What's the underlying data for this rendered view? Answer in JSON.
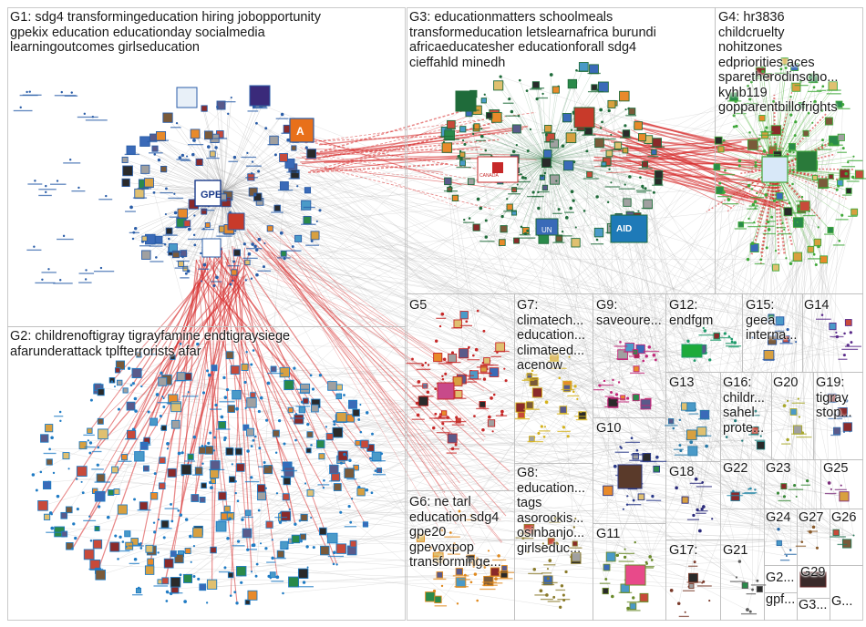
{
  "groups": [
    {
      "id": "G1",
      "text": "G1: sdg4 transformingeducation hiring jobopportunity\ngpekix education educationday socialmedia\nlearningoutcomes girlseducation",
      "color": "#2a5da8"
    },
    {
      "id": "G2",
      "text": "G2: childrenoftigray tigrayfamine endtigraysiege\nafarunderattack tplfterrorists afar",
      "color": "#1f7bc4"
    },
    {
      "id": "G3",
      "text": "G3: educationmatters schoolmeals\ntransformeducation letslearnafrica burundi\nafricaeducatesher educationforall sdg4\ncieffahld minedh",
      "color": "#1f6b3a"
    },
    {
      "id": "G4",
      "text": "G4: hr3836\nchildcruelty\nnohitzones\nedpriorities aces\nsparetherodinscho...\nkyhb119\ngopparentbillofrights",
      "color": "#3fa83a"
    },
    {
      "id": "G5",
      "text": "G5",
      "color": "#c62828"
    },
    {
      "id": "G6",
      "text": "G6: ne tarl\neducation sdg4\ngpe20\ngpevoxpop\ntransforminge...",
      "color": "#e08a1e"
    },
    {
      "id": "G7",
      "text": "G7:\nclimatech...\neducation...\nclimateed...\nacenow",
      "color": "#d4b21e"
    },
    {
      "id": "G8",
      "text": "G8:\neducation...\ntags\nasorockis...\nosinbanjo...\ngirlseduc...",
      "color": "#8a7a2a"
    },
    {
      "id": "G9",
      "text": "G9:\nsaveoure...",
      "color": "#c2287a"
    },
    {
      "id": "G10",
      "text": "G10",
      "color": "#2a3a8a"
    },
    {
      "id": "G11",
      "text": "G11",
      "color": "#6a8a2a"
    },
    {
      "id": "G12",
      "text": "G12:\nendfgm",
      "color": "#1e9a6a"
    },
    {
      "id": "G13",
      "text": "G13",
      "color": "#2a7aa8"
    },
    {
      "id": "G14",
      "text": "G14",
      "color": "#5a2a8a"
    },
    {
      "id": "G15",
      "text": "G15:\ngeea\ninterna...",
      "color": "#2a5aa8"
    },
    {
      "id": "G16",
      "text": "G16:\nchildr...\nsahel\nprote...",
      "color": "#1e7a7a"
    },
    {
      "id": "G17",
      "text": "G17:",
      "color": "#7a3a2a"
    },
    {
      "id": "G18",
      "text": "G18",
      "color": "#2a2a7a"
    },
    {
      "id": "G19",
      "text": "G19:\ntigray\nstop...",
      "color": "#3a6aa8"
    },
    {
      "id": "G20",
      "text": "G20",
      "color": "#a8a82a"
    },
    {
      "id": "G21",
      "text": "G21",
      "color": "#5a5a5a"
    },
    {
      "id": "G22",
      "text": "G22",
      "color": "#2a8aa8"
    },
    {
      "id": "G23",
      "text": "G23",
      "color": "#3a8a3a"
    },
    {
      "id": "G24",
      "text": "G24",
      "color": "#2a6aa8"
    },
    {
      "id": "G25",
      "text": "G25",
      "color": "#7a2a7a"
    },
    {
      "id": "G26",
      "text": "G26",
      "color": "#2a7a5a"
    },
    {
      "id": "G27",
      "text": "G27",
      "color": "#8a5a2a"
    },
    {
      "id": "G28",
      "text": "G2...",
      "color": "#4a4a8a"
    },
    {
      "id": "G29",
      "text": "G29",
      "color": "#6a2a2a"
    },
    {
      "id": "G30",
      "text": "G3...",
      "color": "#3a3a3a"
    },
    {
      "id": "G31",
      "text": "G...",
      "color": "#5a5a8a"
    },
    {
      "id": "Gx",
      "text": "gpf...",
      "color": "#4a4a4a"
    }
  ],
  "hub_labels": {
    "gpe": "GPE",
    "a_logo": "A",
    "canada": "CANADA",
    "aid": "AID",
    "un": "UN"
  },
  "edge_color": "#d62828",
  "edge_color_light": "#b0b0b0",
  "border_color": "#bdbdbd"
}
